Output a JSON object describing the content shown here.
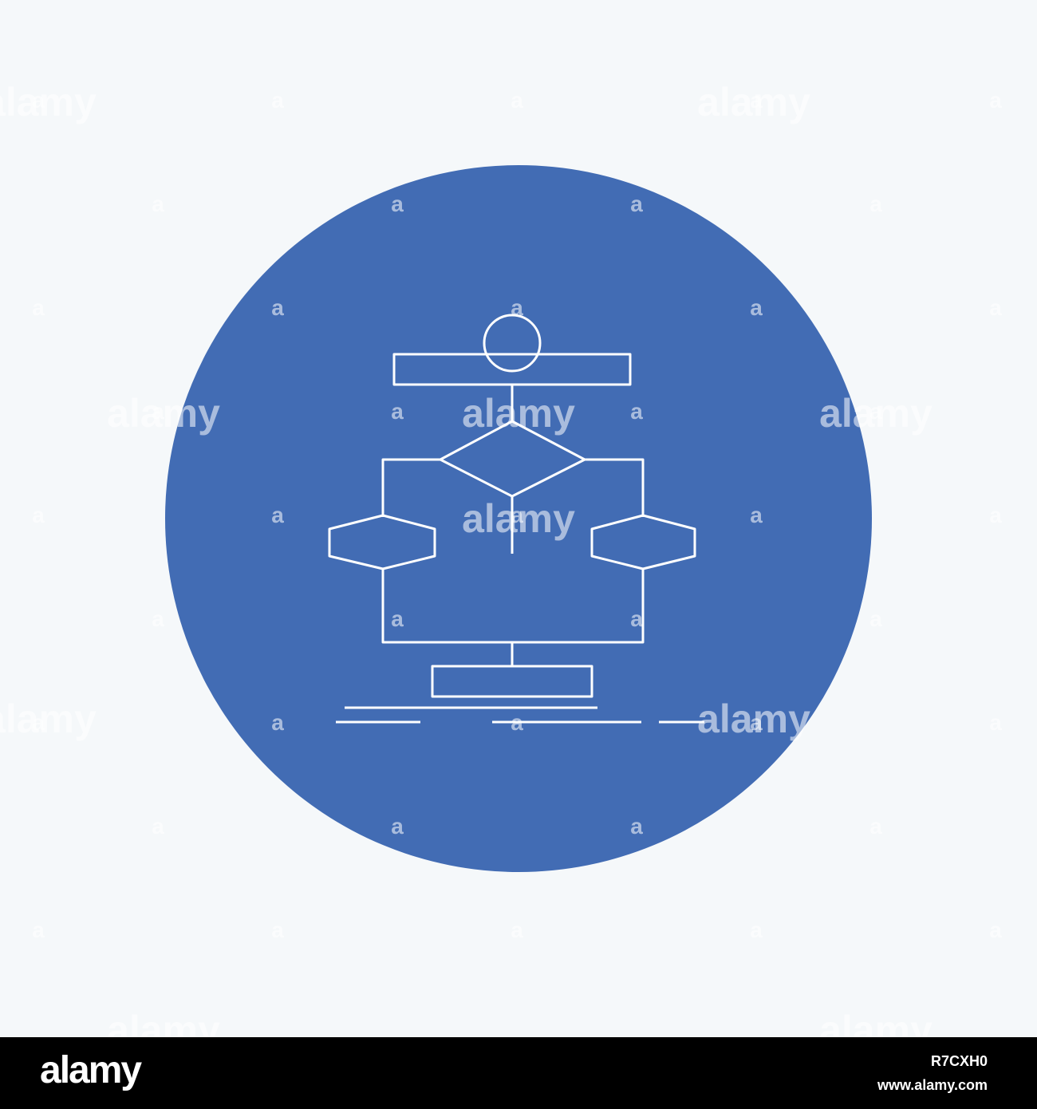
{
  "colors": {
    "background": "#f5f8fa",
    "circle": "#426cb4",
    "line": "#ffffff",
    "footer_bg": "#000000",
    "footer_text": "#ffffff"
  },
  "icon": "algorithm-flowchart-icon",
  "watermark": {
    "word": "alamy",
    "mark": "a"
  },
  "footer": {
    "brand": "alamy",
    "image_id": "R7CXH0",
    "url": "www.alamy.com"
  }
}
